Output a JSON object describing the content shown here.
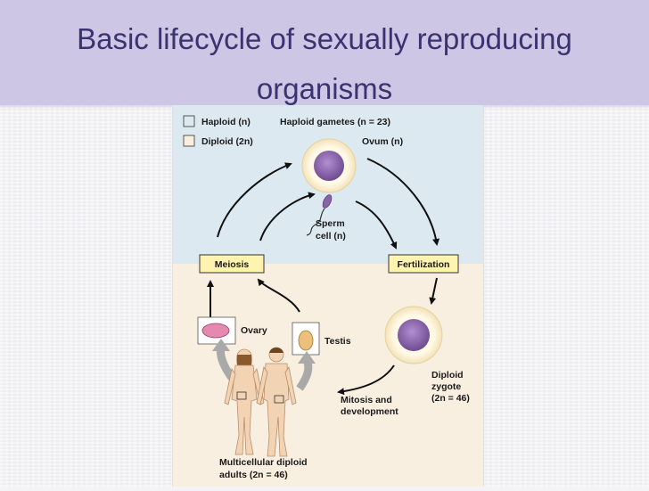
{
  "slide": {
    "title_line1": "Basic lifecycle of sexually reproducing",
    "title_line2": "organisms"
  },
  "legend": {
    "haploid": "Haploid (n)",
    "diploid": "Diploid (2n)"
  },
  "labels": {
    "haploid_gametes": "Haploid gametes (n = 23)",
    "ovum": "Ovum (n)",
    "sperm_line1": "Sperm",
    "sperm_line2": "cell (n)",
    "meiosis": "Meiosis",
    "fertilization": "Fertilization",
    "ovary": "Ovary",
    "testis": "Testis",
    "zygote_line1": "Diploid",
    "zygote_line2": "zygote",
    "zygote_line3": "(2n = 46)",
    "mitosis_line1": "Mitosis and",
    "mitosis_line2": "development",
    "adults_line1": "Multicellular diploid",
    "adults_line2": "adults (2n = 46)"
  },
  "colors": {
    "title_band": "#cdc6e5",
    "title_text": "#3b3370",
    "haploid_bg": "#dde9f1",
    "diploid_bg": "#f9efe1",
    "stage_box": "#fff3b0",
    "cell_purple": "#8a62a8"
  }
}
